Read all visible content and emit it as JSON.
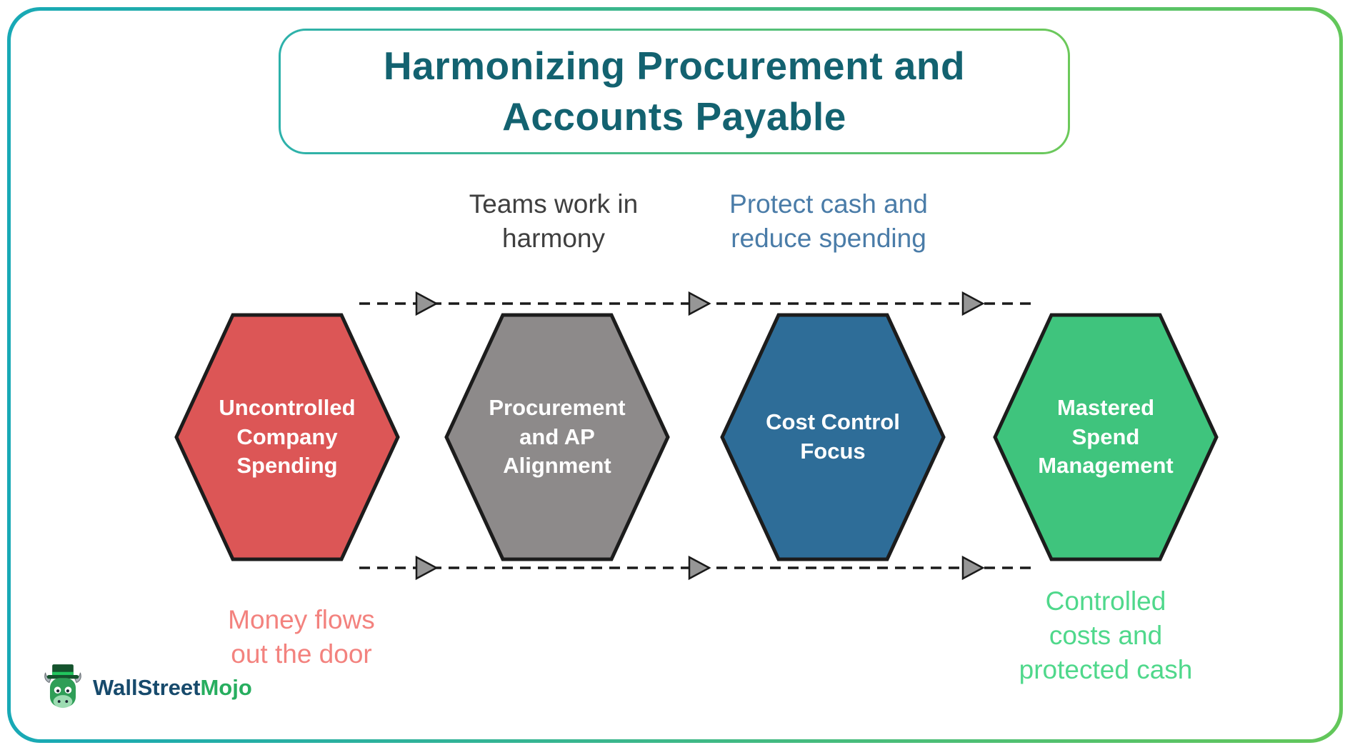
{
  "title": {
    "text": "Harmonizing Procurement and\nAccounts Payable",
    "color": "#136270"
  },
  "frame": {
    "gradient_left": "#18a9b6",
    "gradient_right": "#63c75a"
  },
  "stages": [
    {
      "label": "Uncontrolled\nCompany\nSpending",
      "fill": "#dc5656"
    },
    {
      "label": "Procurement\nand AP\nAlignment",
      "fill": "#8d8a8a"
    },
    {
      "label": "Cost Control\nFocus",
      "fill": "#2e6d98"
    },
    {
      "label": "Mastered\nSpend\nManagement",
      "fill": "#3fc47d"
    }
  ],
  "annotations": {
    "teams": {
      "text": "Teams work in\nharmony",
      "color": "#3f3f3f"
    },
    "protect": {
      "text": "Protect cash and\nreduce spending",
      "color": "#4a7ca8"
    },
    "money": {
      "text": "Money flows\nout the door",
      "color": "#f3827e"
    },
    "controlled": {
      "text": "Controlled\ncosts and\nprotected cash",
      "color": "#4fd88b"
    }
  },
  "arrows": {
    "stroke": "#1a1a1a",
    "head_fill": "#969696"
  },
  "logo": {
    "part1": "WallStreet",
    "part2": "Mojo"
  }
}
